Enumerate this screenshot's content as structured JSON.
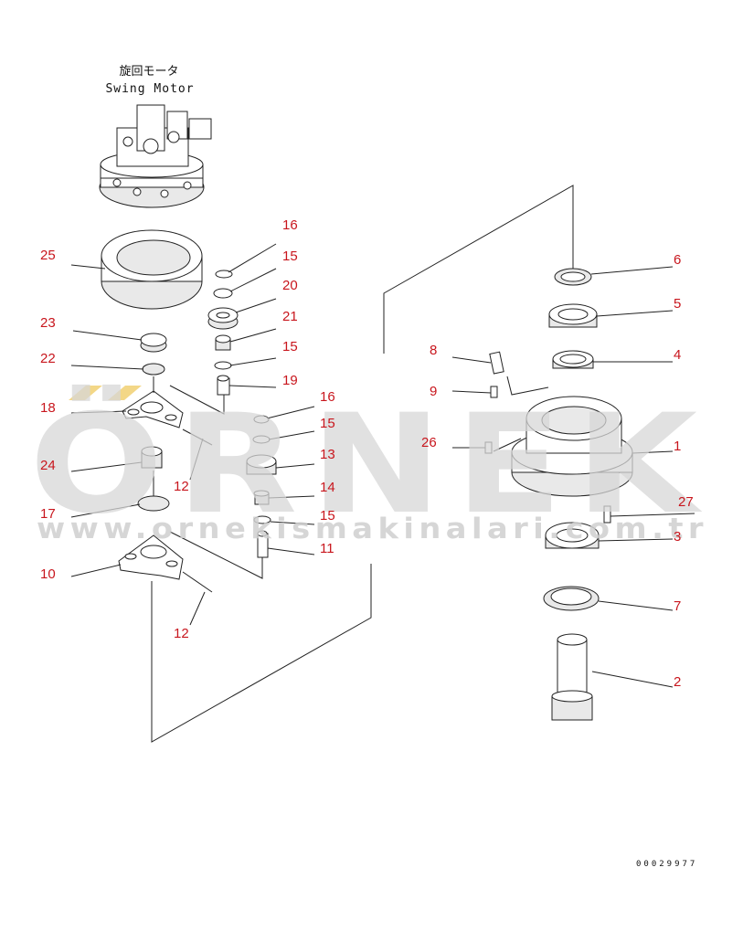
{
  "header": {
    "title_jp": "旋回モータ",
    "title_en": "Swing Motor"
  },
  "callouts": {
    "c16a": "16",
    "c15a": "15",
    "c20": "20",
    "c25": "25",
    "c21": "21",
    "c23": "23",
    "c15b": "15",
    "c22": "22",
    "c19": "19",
    "c16b": "16",
    "c18": "18",
    "c15c": "15",
    "c13": "13",
    "c24": "24",
    "c12a": "12",
    "c14": "14",
    "c17": "17",
    "c15d": "15",
    "c11": "11",
    "c10": "10",
    "c12b": "12",
    "c6": "6",
    "c5": "5",
    "c8": "8",
    "c4": "4",
    "c9": "9",
    "c26": "26",
    "c1": "1",
    "c27": "27",
    "c3": "3",
    "c7": "7",
    "c2": "2"
  },
  "watermark": {
    "brand": "ÖRNEK",
    "url": "www.ornekismakinalari.com.tr"
  },
  "footer": {
    "doc_number": "00029977"
  },
  "colors": {
    "callout": "#c8161d",
    "watermark": "#d7d7d7",
    "watermark_accent": "#f2d37a"
  }
}
